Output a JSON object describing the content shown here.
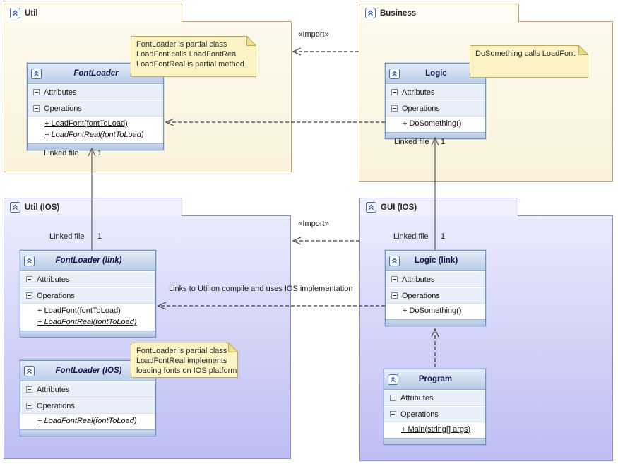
{
  "diagram_type": "uml-class-diagram",
  "labels": {
    "attributes": "Attributes",
    "operations": "Operations"
  },
  "packages": {
    "util": {
      "title": "Util"
    },
    "business": {
      "title": "Business"
    },
    "util_ios": {
      "title": "Util (IOS)"
    },
    "gui_ios": {
      "title": "GUI (IOS)"
    }
  },
  "classes": {
    "fontloader": {
      "name": "FontLoader",
      "operations": [
        "+ LoadFont(fontToLoad)",
        "+ LoadFontReal(fontToLoad)"
      ]
    },
    "logic": {
      "name": "Logic",
      "operations": [
        "+ DoSomething()"
      ]
    },
    "fontloader_link": {
      "name": "FontLoader (link)",
      "operations": [
        "+ LoadFont(fontToLoad)",
        "+ LoadFontReal(fontToLoad)"
      ]
    },
    "fontloader_ios": {
      "name": "FontLoader (IOS)",
      "operations": [
        "+ LoadFontReal(fontToLoad)"
      ]
    },
    "logic_link": {
      "name": "Logic (link)",
      "operations": [
        "+ DoSomething()"
      ]
    },
    "program": {
      "name": "Program",
      "operations": [
        "+ Main(string[] args)"
      ]
    }
  },
  "notes": {
    "note_fontloader": {
      "lines": [
        "FontLoader is partial class",
        "LoadFont calls LoadFontReal",
        "LoadFontReal is partial method"
      ]
    },
    "note_dosomething": {
      "lines": [
        "DoSomething calls LoadFont"
      ]
    },
    "note_fontloader_ios": {
      "lines": [
        "FontLoader is partial class",
        "LoadFontReal implements",
        "loading fonts on IOS platform"
      ]
    }
  },
  "edges": {
    "import_top": {
      "stereotype": "«Import»"
    },
    "import_bottom": {
      "stereotype": "«Import»"
    },
    "dep_bottom": {
      "label": "Links to Util on compile and uses IOS implementation"
    },
    "fontloader_assoc": {
      "role": "Linked file",
      "multiplicity": "1"
    },
    "logic_assoc": {
      "role": "Linked file",
      "multiplicity": "1"
    }
  },
  "icons": {
    "collapse": "chevron-double-up-icon",
    "section_toggle": "minus-icon",
    "note_fold": "folded-corner"
  },
  "colors": {
    "package_cream_border": "#c2a36b",
    "package_cream_fill": "#faf2db",
    "package_purple_border": "#8b8be4",
    "package_purple_fill": "#c5c5f3",
    "class_border": "#6d94c4",
    "class_header_fill": "#bdd0e9",
    "note_fill": "#fbf3c4",
    "note_border": "#c0ad52",
    "connector": "#3f3f3f"
  }
}
